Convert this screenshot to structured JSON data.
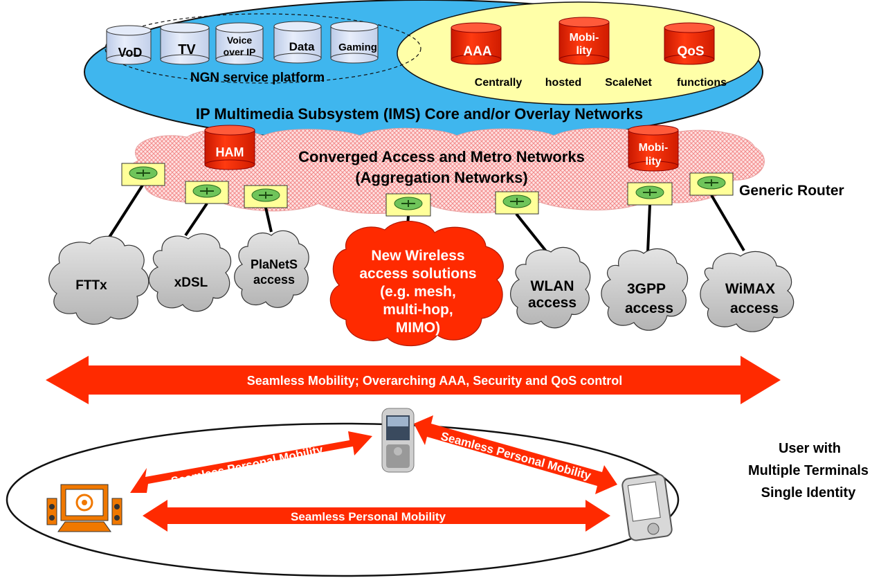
{
  "services": [
    "VoD",
    "TV",
    "Voice over IP",
    "Data",
    "Gaming"
  ],
  "service_platform_label": "NGN service platform",
  "scalenet_functions": [
    "AAA",
    "Mobility",
    "QoS"
  ],
  "scalenet_caption": [
    "Centrally",
    "hosted",
    "ScaleNet",
    "functions"
  ],
  "ims_label": "IP Multimedia Subsystem (IMS) Core and/or Overlay Networks",
  "metro_label_line1": "Converged Access and Metro Networks",
  "metro_label_line2": "(Aggregation Networks)",
  "ham_label": "HAM",
  "metro_mobility_label": "Mobility",
  "router_label": "Generic Router",
  "access_networks": [
    "FTTx",
    "xDSL",
    "PlaNetS access",
    "New Wireless access solutions (e.g. mesh, multi-hop, MIMO)",
    "WLAN access",
    "3GPP access",
    "WiMAX access"
  ],
  "seamless_mobility_label": "Seamless Mobility;  Overarching AAA, Security and QoS control",
  "personal_mobility_label": "Seamless Personal Mobility",
  "user_label": [
    "User with",
    "Multiple Terminals",
    "Single Identity"
  ],
  "colors": {
    "ims_blue": "#3FB6EE",
    "yellow_ellipse": "#FFFFA8",
    "red": "#FF2A00",
    "service_db": "#D8E2F6",
    "router_box": "#FFFF99",
    "router_green": "#6FC45A",
    "cloud_gray": "#C8C8C8"
  }
}
